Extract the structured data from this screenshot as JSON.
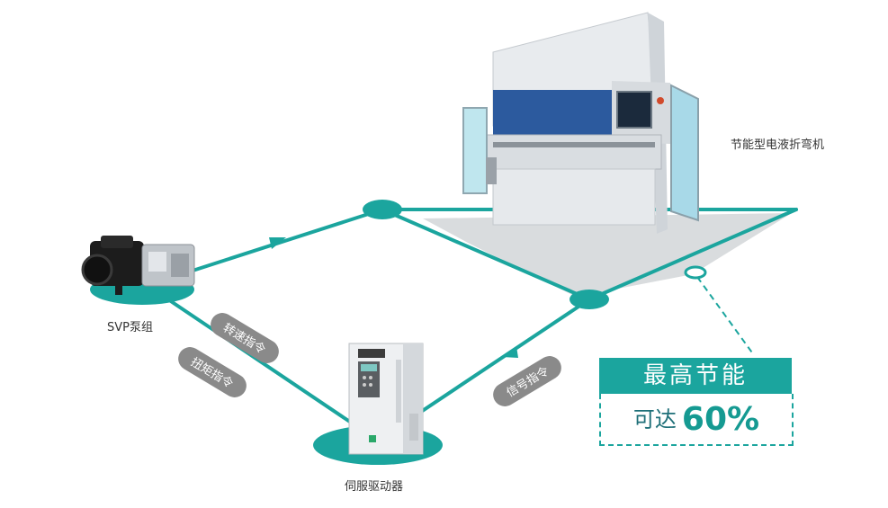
{
  "labels": {
    "press_brake": "节能型电液折弯机",
    "pump": "SVP泵组",
    "drive": "伺服驱动器"
  },
  "arrows": {
    "speed_command": "转速指令",
    "torque_command": "扭矩指令",
    "signal_command": "信号指令"
  },
  "energy": {
    "headline": "最高节能",
    "prefix": "可达",
    "value": "60%"
  },
  "colors": {
    "teal": "#1ba59e",
    "dark_teal": "#1e6f78",
    "pill_gray": "#8a8a8a",
    "machine_blue": "#2c5a9e"
  }
}
